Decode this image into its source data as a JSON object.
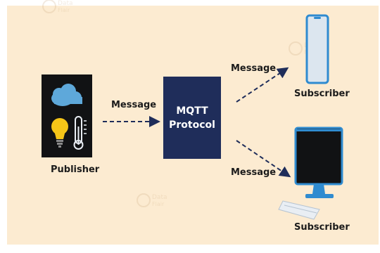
{
  "diagram": {
    "publisher_label": "Publisher",
    "broker": {
      "line1": "MQTT",
      "line2": "Protocol"
    },
    "message_left": "Message",
    "message_top": "Message",
    "message_bottom": "Message",
    "subscriber_top": "Subscriber",
    "subscriber_bottom": "Subscriber"
  },
  "watermark": {
    "line1": "Data",
    "line2": "Flair"
  },
  "colors": {
    "background": "#fcebd1",
    "broker_fill": "#1f2d5a",
    "arrow": "#1f2d5a",
    "cloud": "#5ea8da",
    "bulb": "#f5c518",
    "device_blue": "#2f8bd0"
  }
}
